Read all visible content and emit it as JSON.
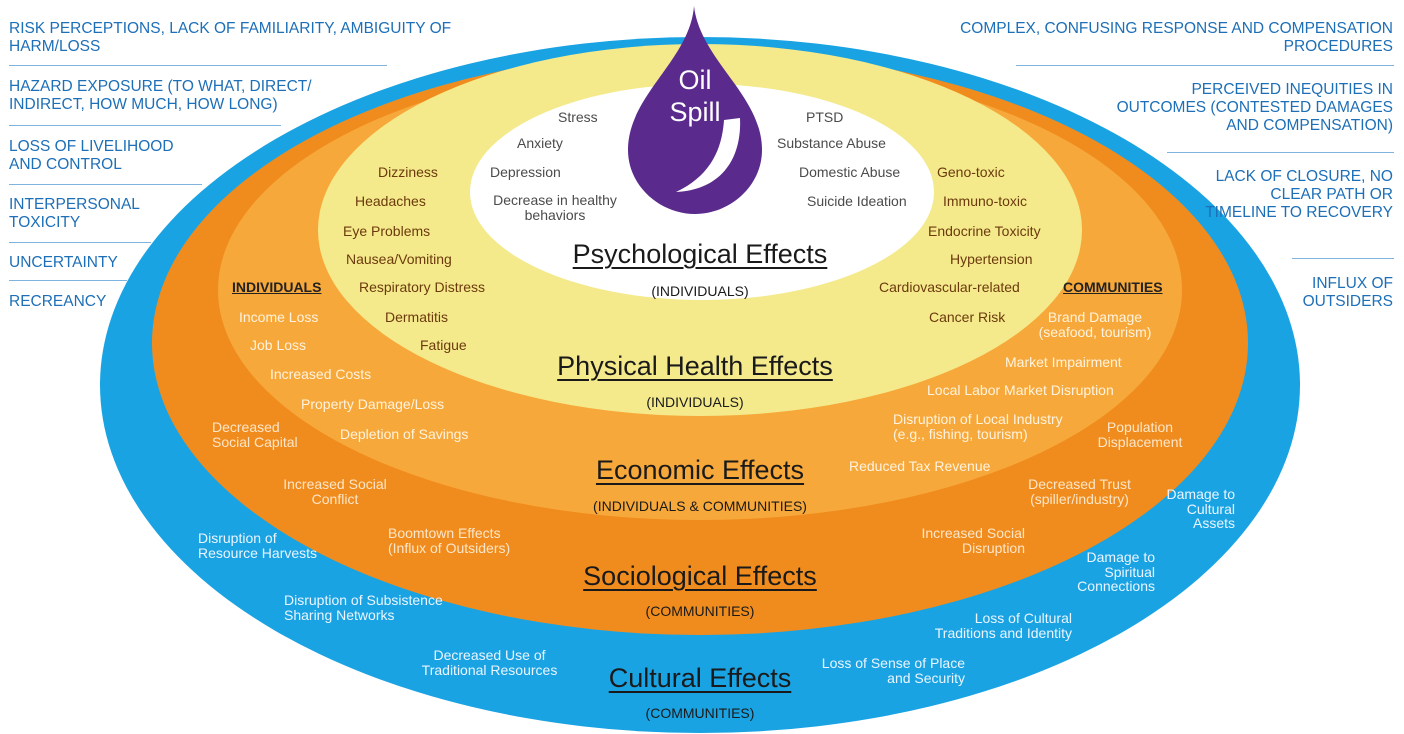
{
  "left_factors": [
    "RISK PERCEPTIONS, LACK OF FAMILIARITY, AMBIGUITY OF HARM/LOSS",
    "HAZARD EXPOSURE (TO WHAT, DIRECT/ INDIRECT, HOW MUCH, HOW LONG)",
    "LOSS OF  LIVELIHOOD AND CONTROL",
    "INTERPERSONAL TOXICITY",
    "UNCERTAINTY",
    "RECREANCY"
  ],
  "right_factors": [
    "COMPLEX, CONFUSING RESPONSE AND COMPENSATION PROCEDURES",
    "PERCEIVED INEQUITIES IN OUTCOMES (CONTESTED DAMAGES AND COMPENSATION)",
    "LACK OF CLOSURE, NO CLEAR PATH OR TIMELINE TO RECOVERY",
    "INFLUX OF OUTSIDERS"
  ],
  "drop": {
    "line1": "Oil",
    "line2": "Spill"
  },
  "layers": {
    "psychological": {
      "title": "Psychological Effects",
      "sub": "(INDIVIDUALS)"
    },
    "physical": {
      "title": "Physical Health Effects",
      "sub": "(INDIVIDUALS)"
    },
    "economic": {
      "title": "Economic Effects",
      "sub": "(INDIVIDUALS & COMMUNITIES)"
    },
    "sociological": {
      "title": "Sociological Effects",
      "sub": "(COMMUNITIES)"
    },
    "cultural": {
      "title": "Cultural Effects",
      "sub": "(COMMUNITIES)"
    }
  },
  "psych_items": {
    "stress": "Stress",
    "anxiety": "Anxiety",
    "depression": "Depression",
    "decrease": "Decrease in healthy behaviors",
    "ptsd": "PTSD",
    "substance": "Substance Abuse",
    "domestic": "Domestic Abuse",
    "suicide": "Suicide Ideation"
  },
  "physical_items": {
    "dizziness": "Dizziness",
    "headaches": "Headaches",
    "eye": "Eye Problems",
    "nausea": "Nausea/Vomiting",
    "respiratory": "Respiratory Distress",
    "dermatitis": "Dermatitis",
    "fatigue": "Fatigue",
    "geno": "Geno-toxic",
    "immuno": "Immuno-toxic",
    "endocrine": "Endocrine Toxicity",
    "hypertension": "Hypertension",
    "cardio": "Cardiovascular-related",
    "cancer": "Cancer Risk"
  },
  "economic_items": {
    "individuals_hdr": "INDIVIDUALS",
    "communities_hdr": "COMMUNITIES",
    "income": "Income Loss",
    "job": "Job Loss",
    "costs": "Increased Costs",
    "property": "Property Damage/Loss",
    "savings": "Depletion of Savings",
    "brand": "Brand Damage (seafood, tourism)",
    "market": "Market Impairment",
    "labor": "Local Labor Market Disruption",
    "industry": "Disruption of Local Industry (e.g., fishing, tourism)",
    "tax": "Reduced Tax Revenue"
  },
  "socio_items": {
    "capital": "Decreased Social Capital",
    "conflict": "Increased Social Conflict",
    "boomtown": "Boomtown Effects (Influx of Outsiders)",
    "population": "Population Displacement",
    "trust": "Decreased Trust (spiller/industry)",
    "disruption": "Increased Social Disruption"
  },
  "cultural_items": {
    "harvests": "Disruption of Resource Harvests",
    "sharing": "Disruption of Subsistence Sharing Networks",
    "traditional": "Decreased Use of Traditional Resources",
    "assets": "Damage to Cultural Assets",
    "spiritual": "Damage to Spiritual Connections",
    "traditions": "Loss of Cultural Traditions and Identity",
    "place": "Loss of Sense of Place and Security"
  },
  "colors": {
    "cultural": "#1aa3e3",
    "sociological": "#f08c1e",
    "economic": "#f7a83a",
    "physical": "#f4e88a",
    "psychological": "#ffffff",
    "drop": "#5a2a8c",
    "side_text": "#1d6fb7"
  }
}
